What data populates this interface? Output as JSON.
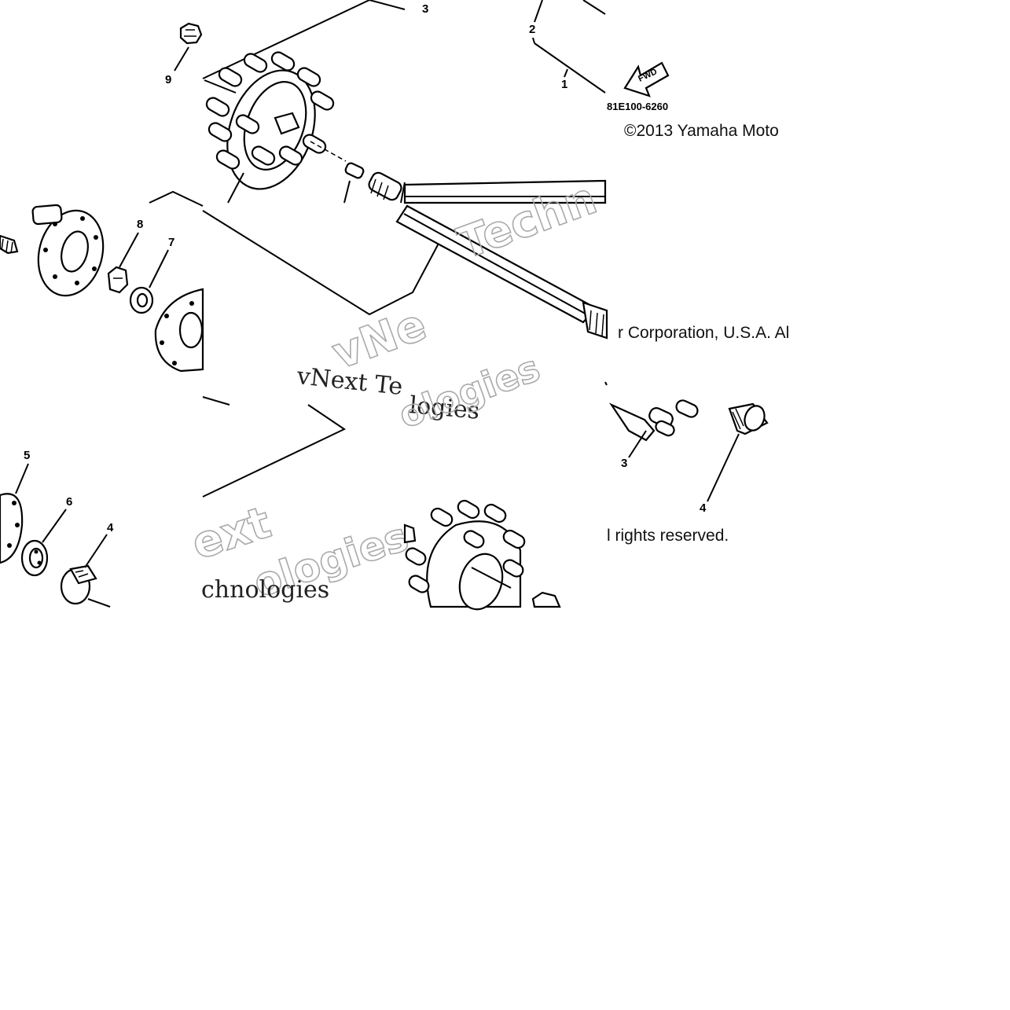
{
  "diagram": {
    "part_code": "81E100-6260",
    "fwd_label": "FWD",
    "copyright_lines": [
      "©2013 Yamaha Moto",
      "r Corporation, U.S.A. Al",
      "l rights reserved."
    ],
    "watermark": {
      "serif_lines": [
        "vNext Te",
        "chnologies"
      ],
      "outline_words": [
        "Techn",
        "vNe",
        "ologies",
        "ext",
        "ologies"
      ]
    },
    "callouts": [
      {
        "id": "callout-top-3",
        "number": "3"
      },
      {
        "id": "callout-top-2",
        "number": "2"
      },
      {
        "id": "callout-top-1",
        "number": "1"
      },
      {
        "id": "callout-9",
        "number": "9"
      },
      {
        "id": "callout-8",
        "number": "8"
      },
      {
        "id": "callout-7",
        "number": "7"
      },
      {
        "id": "callout-5",
        "number": "5"
      },
      {
        "id": "callout-6",
        "number": "6"
      },
      {
        "id": "callout-left-4",
        "number": "4"
      },
      {
        "id": "callout-right-3",
        "number": "3"
      },
      {
        "id": "callout-right-4",
        "number": "4"
      }
    ]
  }
}
